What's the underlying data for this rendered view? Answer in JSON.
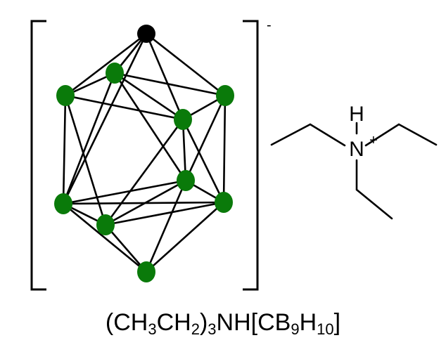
{
  "colors": {
    "boron_atom": "#0a7a0a",
    "carbon_atom": "#000000",
    "bond": "#000000",
    "background": "#ffffff"
  },
  "anion": {
    "charge": "-",
    "atoms": {
      "carbon": 1,
      "boron": 9
    }
  },
  "cation": {
    "n_label": "N",
    "h_label": "H",
    "charge": "+"
  },
  "formula": {
    "parts": [
      "(CH",
      "3",
      "CH",
      "2",
      ")",
      "3",
      "NH[CB",
      "9",
      "H",
      "10",
      "]"
    ]
  }
}
